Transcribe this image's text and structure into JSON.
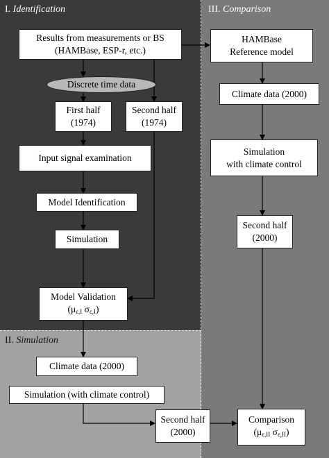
{
  "regions": {
    "identification": {
      "number": "I.",
      "name": "Identification"
    },
    "comparison": {
      "number": "III.",
      "name": "Comparison"
    },
    "simulation": {
      "number": "II.",
      "name": "Simulation"
    }
  },
  "nodes": {
    "results": {
      "line1": "Results from measurements or BS",
      "line2": "(HAMBase, ESP-r, etc.)"
    },
    "discrete": {
      "label": "Discrete time data"
    },
    "first_half": {
      "line1": "First half",
      "line2": "(1974)"
    },
    "second_half_1974": {
      "line1": "Second half",
      "line2": "(1974)"
    },
    "input_signal": {
      "label": "Input signal examination"
    },
    "model_identification": {
      "label": "Model Identification"
    },
    "simulation": {
      "label": "Simulation"
    },
    "model_validation": {
      "line1": "Model Validation",
      "mu": "μ",
      "mu_sub": "ε,I",
      "sigma": "σ",
      "sigma_sub": "ε,I"
    },
    "hambase": {
      "line1": "HAMBase",
      "line2": "Reference model"
    },
    "climate_right": {
      "label": "Climate data (2000)"
    },
    "sim_climate_control": {
      "line1": "Simulation",
      "line2": "with climate control"
    },
    "second_half_2000_right": {
      "line1": "Second half",
      "line2": "(2000)"
    },
    "climate_bottom": {
      "label": "Climate data (2000)"
    },
    "sim_with_cc": {
      "label": "Simulation (with climate control)"
    },
    "second_half_2000_bottom": {
      "line1": "Second half",
      "line2": "(2000)"
    },
    "comparison": {
      "line1": "Comparison",
      "mu": "μ",
      "mu_sub": "ε,II",
      "sigma": "σ",
      "sigma_sub": "ε,II"
    }
  }
}
